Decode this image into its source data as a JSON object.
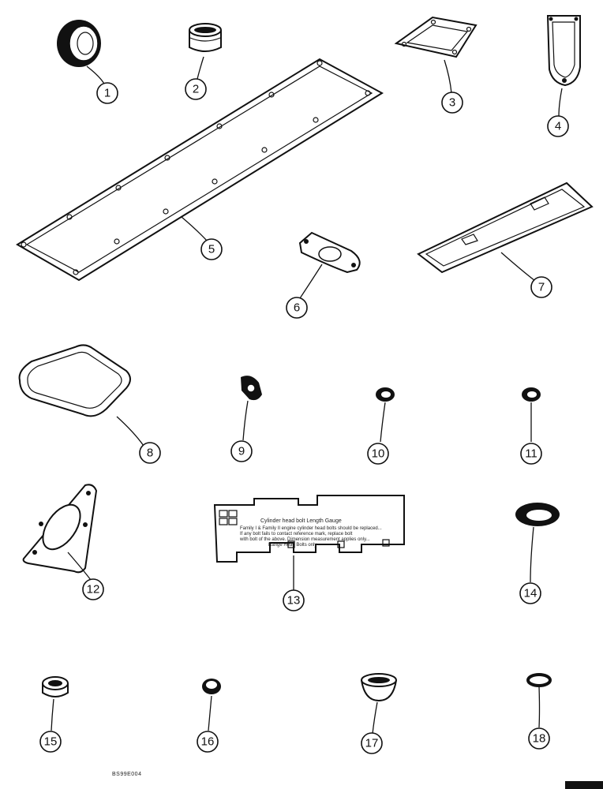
{
  "callouts": [
    "1",
    "2",
    "3",
    "4",
    "5",
    "6",
    "7",
    "8",
    "9",
    "10",
    "11",
    "12",
    "13",
    "14",
    "15",
    "16",
    "17",
    "18"
  ],
  "gauge": {
    "title": "Cylinder head bolt Length Gauge",
    "line1": "Family I & Family II engine cylinder head bolts should be replaced...",
    "line2": "If any bolt fails to contact reference mark, replace bolt",
    "line3": "with bolt of the above. Dimension measurement applies only...",
    "line4": "Range Head Bolts only"
  },
  "figure_code": "BS99E004"
}
